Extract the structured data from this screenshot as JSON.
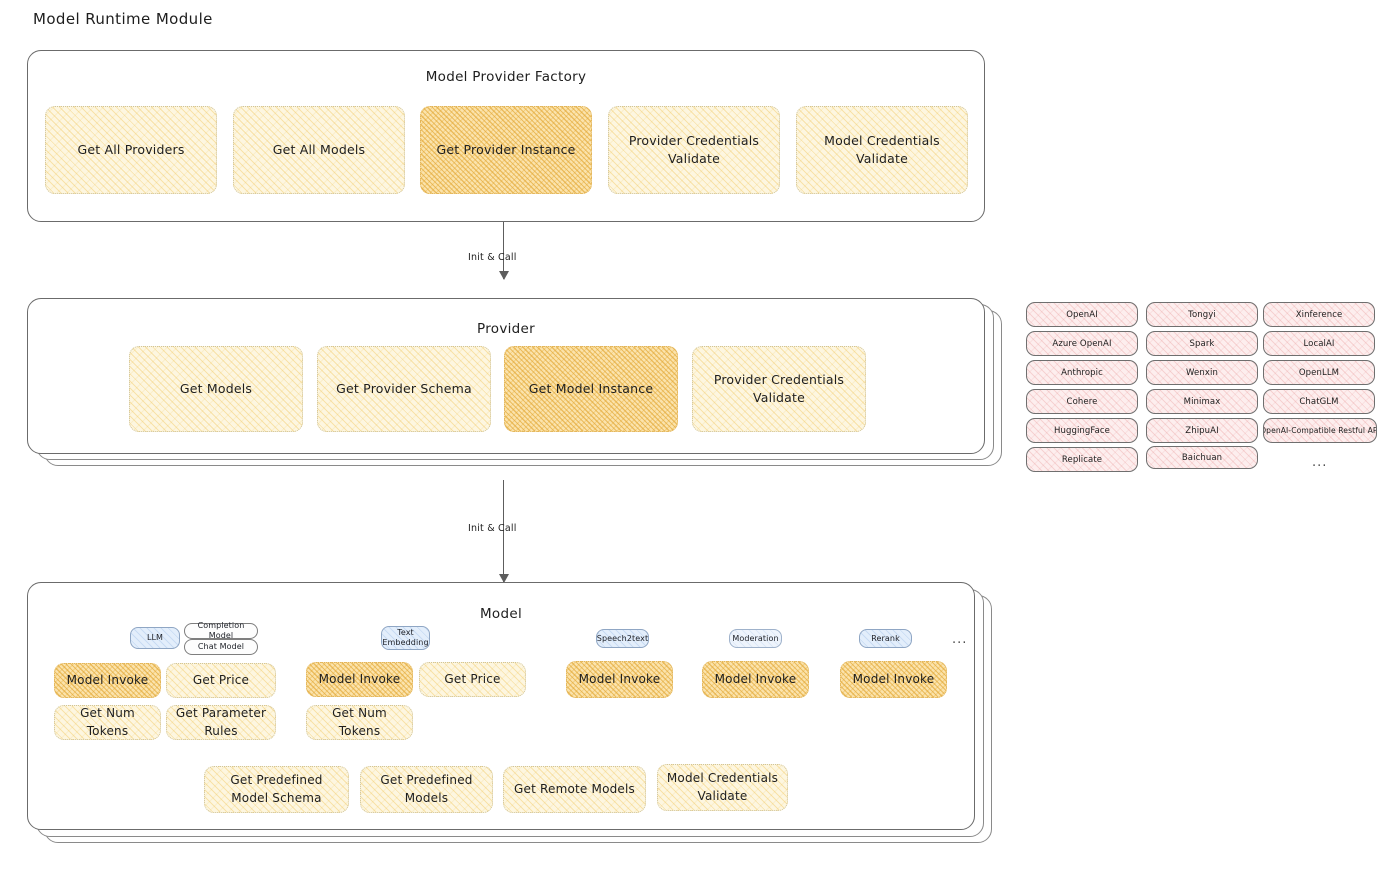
{
  "diagram": {
    "title": "Model Runtime Module",
    "connectors": [
      {
        "label": "Init & Call"
      },
      {
        "label": "Init & Call"
      }
    ]
  },
  "factory": {
    "title": "Model Provider Factory",
    "cards": [
      {
        "label": "Get All Providers",
        "highlight": false
      },
      {
        "label": "Get All Models",
        "highlight": false
      },
      {
        "label": "Get Provider Instance",
        "highlight": true
      },
      {
        "label": "Provider Credentials Validate",
        "highlight": false
      },
      {
        "label": "Model Credentials Validate",
        "highlight": false
      }
    ]
  },
  "provider": {
    "title": "Provider",
    "cards": [
      {
        "label": "Get Models",
        "highlight": false
      },
      {
        "label": "Get Provider Schema",
        "highlight": false
      },
      {
        "label": "Get Model Instance",
        "highlight": true
      },
      {
        "label": "Provider Credentials Validate",
        "highlight": false
      }
    ]
  },
  "provider_list": {
    "columns": [
      {
        "items": [
          "OpenAI",
          "Azure OpenAI",
          "Anthropic",
          "Cohere",
          "HuggingFace",
          "Replicate"
        ]
      },
      {
        "items": [
          "Tongyi",
          "Spark",
          "Wenxin",
          "Minimax",
          "ZhipuAI",
          "Baichuan"
        ]
      },
      {
        "items": [
          "Xinference",
          "LocalAI",
          "OpenLLM",
          "ChatGLM",
          "OpenAI-Compatible Restful API"
        ]
      }
    ],
    "more": "..."
  },
  "model": {
    "title": "Model",
    "more": "...",
    "types": [
      {
        "badge": "LLM",
        "badge_style": "blue",
        "sub_badges": [
          "Completion Model",
          "Chat Model"
        ],
        "cards": [
          {
            "label": "Model Invoke",
            "highlight": true
          },
          {
            "label": "Get Price",
            "highlight": false
          },
          {
            "label": "Get Num Tokens",
            "highlight": false
          },
          {
            "label": "Get Parameter Rules",
            "highlight": false
          }
        ]
      },
      {
        "badge": "Text Embedding",
        "badge_style": "blue",
        "sub_badges": [],
        "cards": [
          {
            "label": "Model Invoke",
            "highlight": true
          },
          {
            "label": "Get Price",
            "highlight": false
          },
          {
            "label": "Get Num Tokens",
            "highlight": false
          }
        ]
      },
      {
        "badge": "Speech2text",
        "badge_style": "blue",
        "sub_badges": [],
        "cards": [
          {
            "label": "Model Invoke",
            "highlight": true
          }
        ]
      },
      {
        "badge": "Moderation",
        "badge_style": "pale",
        "sub_badges": [],
        "cards": [
          {
            "label": "Model Invoke",
            "highlight": true
          }
        ]
      },
      {
        "badge": "Rerank",
        "badge_style": "blue",
        "sub_badges": [],
        "cards": [
          {
            "label": "Model Invoke",
            "highlight": true
          }
        ]
      }
    ],
    "common_cards": [
      {
        "label": "Get Predefined Model Schema"
      },
      {
        "label": "Get Predefined Models"
      },
      {
        "label": "Get Remote Models"
      },
      {
        "label": "Model Credentials Validate"
      }
    ]
  },
  "colors": {
    "card_fill": "#fdf6e0",
    "card_highlight_fill": "#fbe3ac",
    "badge_blue": "#e3eefb",
    "pill_rose": "#fdeeee",
    "stroke": "#1e1e1e"
  }
}
